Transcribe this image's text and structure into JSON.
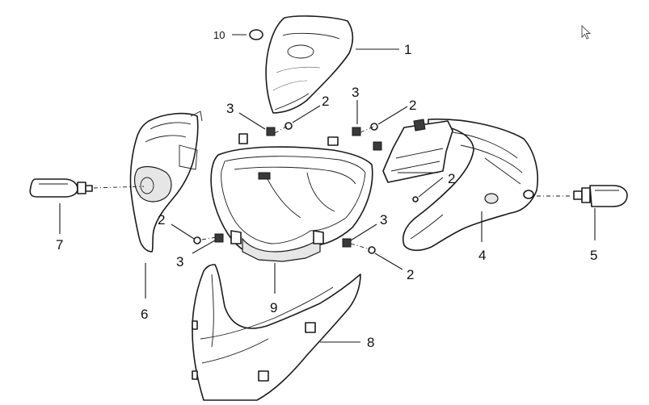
{
  "callouts": {
    "c1": "1",
    "c2a": "2",
    "c2b": "2",
    "c2c": "2",
    "c2d": "2",
    "c2e": "2",
    "c3a": "3",
    "c3b": "3",
    "c3c": "3",
    "c3d": "3",
    "c4": "4",
    "c5": "5",
    "c6": "6",
    "c7": "7",
    "c8": "8",
    "c9": "9",
    "c10": "10"
  },
  "icons": {
    "cursor": "mouse-pointer-icon"
  },
  "colors": {
    "line": "#1a1a1a",
    "shade": "#e6e6e6",
    "background": "#ffffff"
  }
}
